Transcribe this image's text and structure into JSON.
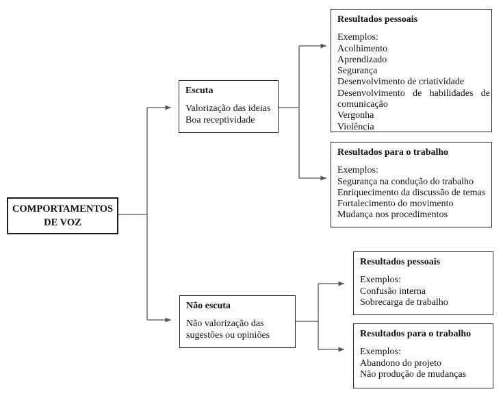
{
  "diagram": {
    "root": {
      "label": "COMPORTAMENTOS DE VOZ"
    },
    "escuta": {
      "title": "Escuta",
      "lines": [
        "Valorização das ideias",
        "Boa receptividade"
      ]
    },
    "nao_escuta": {
      "title": "Não escuta",
      "lines": [
        "Não valorização das sugestões ou opiniões"
      ]
    },
    "escuta_pessoais": {
      "title": "Resultados pessoais",
      "label": "Exemplos:",
      "items": [
        "Acolhimento",
        "Aprendizado",
        "Segurança",
        "Desenvolvimento de criatividade",
        "Desenvolvimento de habilidades de comunicação",
        "Vergonha",
        "Violência"
      ]
    },
    "escuta_trabalho": {
      "title": "Resultados para o trabalho",
      "label": "Exemplos:",
      "items": [
        "Segurança na condução do trabalho",
        "Enriquecimento da discussão de temas",
        "Fortalecimento do movimento",
        "Mudança nos procedimentos"
      ]
    },
    "nao_escuta_pessoais": {
      "title": "Resultados pessoais",
      "label": "Exemplos:",
      "items": [
        "Confusão interna",
        "Sobrecarga de trabalho"
      ]
    },
    "nao_escuta_trabalho": {
      "title": "Resultados para o trabalho",
      "label": "Exemplos:",
      "items": [
        "Abandono do projeto",
        "Não produção de mudanças"
      ]
    }
  },
  "colors": {
    "background": "#ffffff",
    "box_border": "#262626",
    "root_border": "#1a1a1a",
    "connector": "#555555",
    "text": "#111111"
  }
}
